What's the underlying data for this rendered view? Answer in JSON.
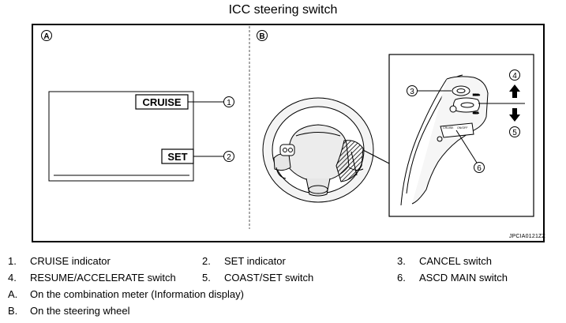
{
  "title": "ICC steering switch",
  "panel_a": {
    "marker": "A",
    "cruise_label": "CRUISE",
    "set_label": "SET"
  },
  "panel_b": {
    "marker": "B",
    "switch_text_cruise": "CRUISE",
    "switch_text_onoff": "ON/OFF"
  },
  "callouts": [
    "1",
    "2",
    "3",
    "4",
    "5",
    "6"
  ],
  "image_code": "JPCIA0121ZZ",
  "legend": [
    {
      "num": "1.",
      "text": "CRUISE indicator"
    },
    {
      "num": "2.",
      "text": "SET indicator"
    },
    {
      "num": "3.",
      "text": "CANCEL switch"
    },
    {
      "num": "4.",
      "text": "RESUME/ACCELERATE switch"
    },
    {
      "num": "5.",
      "text": "COAST/SET switch"
    },
    {
      "num": "6.",
      "text": "ASCD MAIN switch"
    },
    {
      "num": "A.",
      "text": "On the combination meter (Information display)"
    },
    {
      "num": "B.",
      "text": "On the steering wheel"
    }
  ]
}
